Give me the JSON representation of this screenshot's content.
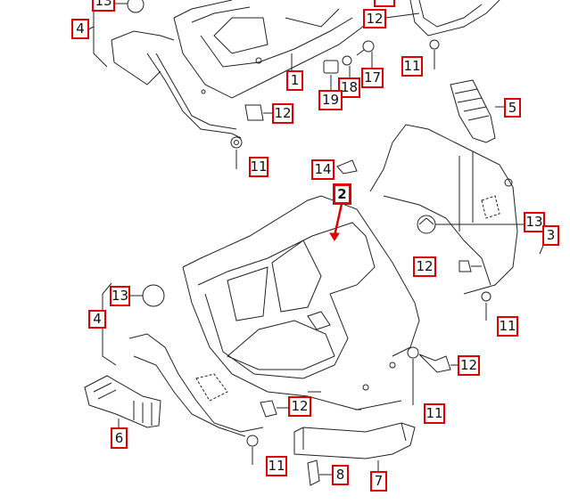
{
  "diagram": {
    "highlight_color": "#e00000",
    "callouts": [
      {
        "id": "c-13-top",
        "text": "13"
      },
      {
        "id": "c-4-top",
        "text": "4"
      },
      {
        "id": "c-12-top",
        "text": "12"
      },
      {
        "id": "c-top-partial",
        "text": ""
      },
      {
        "id": "c-11-topright",
        "text": "11"
      },
      {
        "id": "c-1",
        "text": "1"
      },
      {
        "id": "c-17",
        "text": "17"
      },
      {
        "id": "c-18",
        "text": "18"
      },
      {
        "id": "c-19",
        "text": "19"
      },
      {
        "id": "c-12-upperleft",
        "text": "12"
      },
      {
        "id": "c-5",
        "text": "5"
      },
      {
        "id": "c-11-upperleft",
        "text": "11"
      },
      {
        "id": "c-14",
        "text": "14"
      },
      {
        "id": "c-2",
        "text": "2"
      },
      {
        "id": "c-13-right",
        "text": "13"
      },
      {
        "id": "c-3",
        "text": "3"
      },
      {
        "id": "c-12-right",
        "text": "12"
      },
      {
        "id": "c-13-lowerleft",
        "text": "13"
      },
      {
        "id": "c-4-lower",
        "text": "4"
      },
      {
        "id": "c-11-right",
        "text": "11"
      },
      {
        "id": "c-12-lowerright",
        "text": "12"
      },
      {
        "id": "c-12-lower",
        "text": "12"
      },
      {
        "id": "c-11-lowerright",
        "text": "11"
      },
      {
        "id": "c-6",
        "text": "6"
      },
      {
        "id": "c-11-bottom",
        "text": "11"
      },
      {
        "id": "c-8",
        "text": "8"
      },
      {
        "id": "c-7",
        "text": "7"
      }
    ]
  }
}
